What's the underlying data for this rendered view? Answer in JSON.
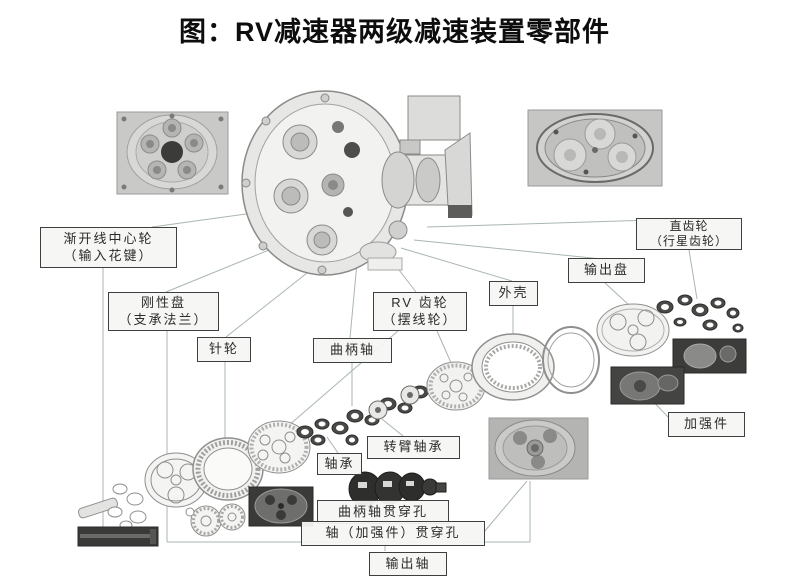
{
  "title": "图：RV减速器两级减速装置零部件",
  "diagram": {
    "labels": {
      "involute_center_gear": {
        "line1": "渐开线中心轮",
        "line2": "（输入花键）"
      },
      "rigid_disc": {
        "line1": "刚性盘",
        "line2": "（支承法兰）"
      },
      "pin_gear": {
        "text": "针轮"
      },
      "rv_gear": {
        "line1": "RV 齿轮",
        "line2": "（摆线轮）"
      },
      "crankshaft": {
        "text": "曲柄轴"
      },
      "housing": {
        "text": "外壳"
      },
      "output_disc": {
        "text": "输出盘"
      },
      "spur_gear": {
        "line1": "直齿轮",
        "line2": "（行星齿轮）"
      },
      "reinforcement": {
        "text": "加强件"
      },
      "crank_arm_bearing": {
        "text": "转臂轴承"
      },
      "bearing": {
        "text": "轴承"
      },
      "crankshaft_through_hole": {
        "text": "曲柄轴贯穿孔"
      },
      "shaft_reinforcement_through_hole": {
        "text": "轴（加强件）贯穿孔"
      },
      "output_shaft": {
        "text": "输出轴"
      }
    },
    "images": {
      "front_view_photo": "rv-reducer-front-view-photo",
      "cutaway_drawing": "rv-reducer-cutaway-assembly-drawing",
      "planetary_photo": "planetary-gears-photo",
      "exploded_view": "exploded-parts-line-drawing"
    },
    "colors": {
      "background": "#ffffff",
      "title_text": "#0d0d0d",
      "label_border": "#3f3f3f",
      "label_background": "#f6f5f3",
      "label_text": "#2b2b2b",
      "connector_line": "#a9b6b1"
    }
  }
}
